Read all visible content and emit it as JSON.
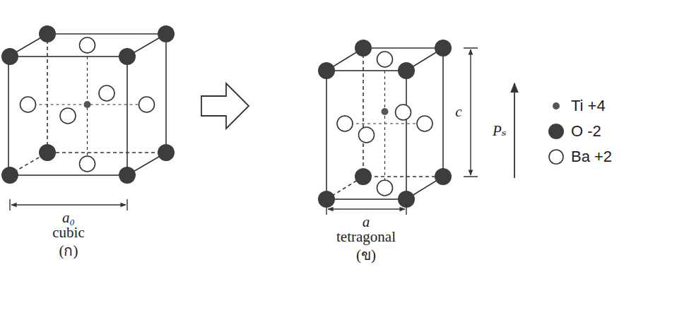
{
  "diagram": {
    "labels": [
      "a₀",
      "cubic",
      "(ก)",
      "c",
      "a",
      "tetragonal",
      "(ข)",
      "Pₛ"
    ],
    "legend": [
      {
        "text": "Ti +4"
      },
      {
        "text": "O -2"
      },
      {
        "text": "Ba +2"
      }
    ]
  }
}
